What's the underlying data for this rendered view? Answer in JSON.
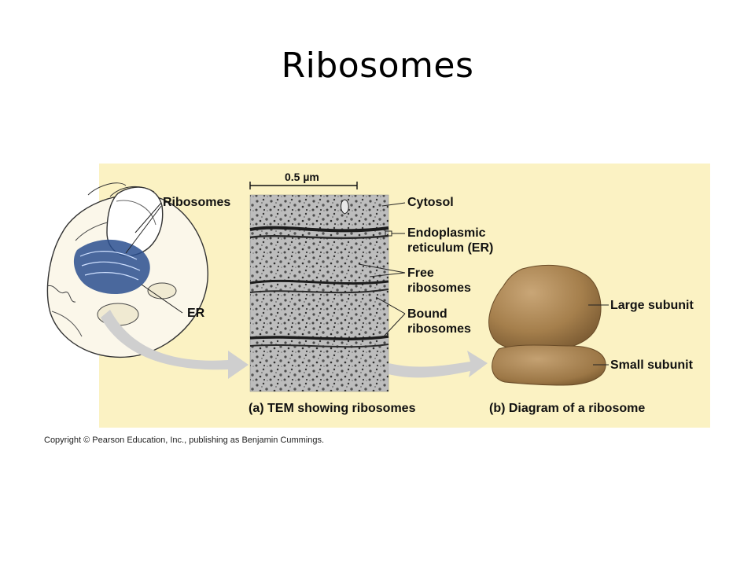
{
  "slide": {
    "title": "Ribosomes"
  },
  "figure": {
    "scale_bar_label": "0.5 µm",
    "cell_labels": {
      "ribosomes": "Ribosomes",
      "er": "ER"
    },
    "tem_labels": {
      "cytosol": "Cytosol",
      "er_line1": "Endoplasmic",
      "er_line2": "reticulum (ER)",
      "free_line1": "Free",
      "free_line2": "ribosomes",
      "bound_line1": "Bound",
      "bound_line2": "ribosomes"
    },
    "ribosome_labels": {
      "large_subunit": "Large subunit",
      "small_subunit": "Small subunit"
    },
    "captions": {
      "a": "(a) TEM showing ribosomes",
      "b": "(b) Diagram of a ribosome"
    },
    "colors": {
      "panel_background": "#fbf2c3",
      "ribosome_brown": "#a57f4c",
      "er_blue": "#2a4f8f",
      "arrow_gray": "#cfcfcf"
    }
  },
  "footer": {
    "copyright": "Copyright © Pearson Education, Inc., publishing as Benjamin Cummings."
  }
}
